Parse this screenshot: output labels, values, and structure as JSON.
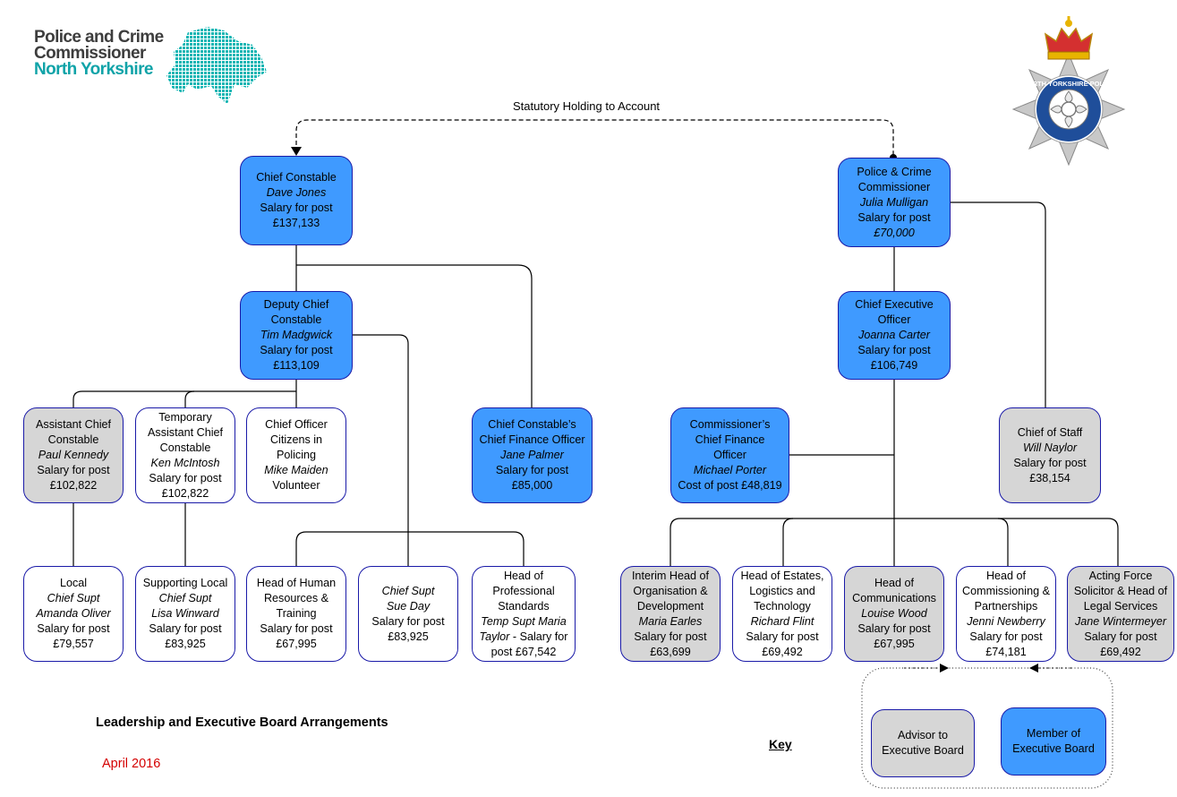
{
  "logo": {
    "line1": "Police and Crime",
    "line2": "Commissioner",
    "line3": "North Yorkshire"
  },
  "badge": {
    "text": "NORTH YORKSHIRE POLICE",
    "icon": "police-crest-icon"
  },
  "caption": "Statutory Holding to Account",
  "nodes": {
    "chief_constable": {
      "role": "Chief Constable",
      "name": "Dave Jones",
      "salary_label": "Salary for post",
      "salary": "£137,133"
    },
    "deputy_chief_constable": {
      "role": "Deputy Chief Constable",
      "name": "Tim Madgwick",
      "salary_label": "Salary for post",
      "salary": "£113,109"
    },
    "acc": {
      "role": "Assistant Chief Constable",
      "name": "Paul Kennedy",
      "salary_label": "Salary for post",
      "salary": "£102,822"
    },
    "temp_acc": {
      "role": "Temporary Assistant Chief Constable",
      "name": "Ken McIntosh",
      "salary_label": "Salary for post",
      "salary": "£102,822"
    },
    "coc": {
      "role": "Chief Officer Citizens in Policing",
      "name": "Mike Maiden",
      "extra": "Volunteer"
    },
    "cc_cfo": {
      "role": "Chief Constable’s Chief Finance Officer",
      "name": "Jane Palmer",
      "salary_label": "Salary for post",
      "salary": "£85,000"
    },
    "pcc": {
      "role": "Police & Crime Commissioner",
      "name": "Julia Mulligan",
      "salary_label": "Salary for post",
      "salary": "£70,000"
    },
    "ceo": {
      "role": "Chief Executive Officer",
      "name": "Joanna Carter",
      "salary_label": "Salary for post",
      "salary": "£106,749"
    },
    "comm_cfo": {
      "role": "Commissioner’s Chief Finance Officer",
      "name": "Michael Porter",
      "salary": "Cost of post £48,819"
    },
    "chief_of_staff": {
      "role": "Chief of Staff",
      "name": "Will Naylor",
      "salary_label": "Salary for post",
      "salary": "£38,154"
    },
    "local_supt": {
      "role": "Local",
      "title": "Chief Supt",
      "name": "Amanda Oliver",
      "salary_label": "Salary for post",
      "salary": "£79,557"
    },
    "supporting_supt": {
      "role": "Supporting Local",
      "title": "Chief Supt",
      "name": "Lisa Winward",
      "salary_label": "Salary for post",
      "salary": "£83,925"
    },
    "head_hr": {
      "role": "Head of Human Resources & Training",
      "salary_label": "Salary for post",
      "salary": "£67,995"
    },
    "chief_supt_day": {
      "title": "Chief Supt",
      "name": "Sue Day",
      "salary_label": "Salary for post",
      "salary": "£83,925"
    },
    "head_prof": {
      "role": "Head of Professional Standards",
      "name": "Temp Supt Maria Taylor",
      "salary_suffix": " - Salary for",
      "salary": "post £67,542"
    },
    "head_org": {
      "role": "Interim Head of Organisation & Development",
      "name": "Maria Earles",
      "salary_label": "Salary for post",
      "salary": "£63,699"
    },
    "head_estates": {
      "role": "Head of Estates, Logistics and Technology",
      "name": "Richard Flint",
      "salary_label": "Salary for post",
      "salary": "£69,492"
    },
    "head_comms": {
      "role": "Head of Communications",
      "name": "Louise Wood",
      "salary_label": "Salary for post",
      "salary": "£67,995"
    },
    "head_commissioning": {
      "role": "Head of Commissioning & Partnerships",
      "name": "Jenni Newberry",
      "salary_label": "Salary for post",
      "salary": "£74,181"
    },
    "solicitor": {
      "role": "Acting Force Solicitor & Head of Legal Services",
      "name": "Jane Wintermeyer",
      "salary_label": "Salary for post",
      "salary": "£69,492"
    }
  },
  "legend": {
    "key_label": "Key",
    "advisor": "Advisor to Executive Board",
    "member": "Member of Executive Board"
  },
  "footer": {
    "title": "Leadership and Executive Board Arrangements",
    "date": "April 2016"
  },
  "colors": {
    "member_fill": "#3f9aff",
    "advisor_fill": "#d6d6d6",
    "border": "#1a1aa8",
    "logo_teal": "#0fa3a8",
    "date_red": "#d40000"
  }
}
